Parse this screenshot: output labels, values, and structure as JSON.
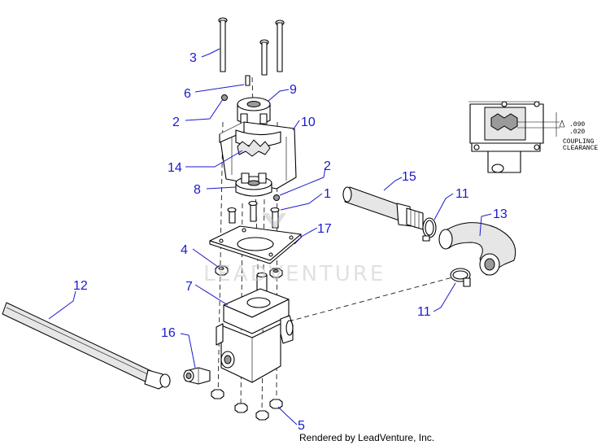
{
  "watermark": "LEADVENTURE",
  "footer_credit": "Rendered by LeadVenture, Inc.",
  "inset": {
    "dim_upper": ".090",
    "dim_lower": ".020",
    "caption_line1": "COUPLING",
    "caption_line2": "CLEARANCE"
  },
  "callouts": {
    "c1": "1",
    "c2a": "2",
    "c2b": "2",
    "c3": "3",
    "c4": "4",
    "c5": "5",
    "c6": "6",
    "c7": "7",
    "c8": "8",
    "c9": "9",
    "c10": "10",
    "c11a": "11",
    "c11b": "11",
    "c12": "12",
    "c13": "13",
    "c14": "14",
    "c15": "15",
    "c16": "16",
    "c17": "17"
  },
  "colors": {
    "callout": "#1a1acc",
    "line": "#000000",
    "watermark": "#c9c9c9"
  }
}
